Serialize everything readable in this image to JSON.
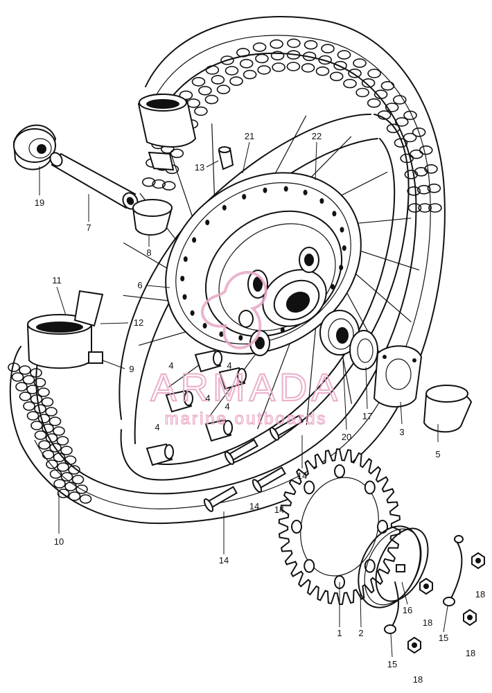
{
  "watermark": {
    "brand": "ARMADA",
    "tagline": "marine outboards",
    "color": "#e8a6c6"
  },
  "ink_color": "#111111",
  "parts": [
    {
      "id": "1",
      "label": "1"
    },
    {
      "id": "2",
      "label": "2"
    },
    {
      "id": "3",
      "label": "3"
    },
    {
      "id": "4a",
      "label": "4"
    },
    {
      "id": "4b",
      "label": "4"
    },
    {
      "id": "4c",
      "label": "4"
    },
    {
      "id": "4d",
      "label": "4"
    },
    {
      "id": "4e",
      "label": "4"
    },
    {
      "id": "5",
      "label": "5"
    },
    {
      "id": "6",
      "label": "6"
    },
    {
      "id": "7",
      "label": "7"
    },
    {
      "id": "8",
      "label": "8"
    },
    {
      "id": "9",
      "label": "9"
    },
    {
      "id": "10",
      "label": "10"
    },
    {
      "id": "11",
      "label": "11"
    },
    {
      "id": "12",
      "label": "12"
    },
    {
      "id": "13",
      "label": "13"
    },
    {
      "id": "14a",
      "label": "14"
    },
    {
      "id": "14b",
      "label": "14"
    },
    {
      "id": "14c",
      "label": "14"
    },
    {
      "id": "14d",
      "label": "14"
    },
    {
      "id": "14e",
      "label": "14"
    },
    {
      "id": "15a",
      "label": "15"
    },
    {
      "id": "15b",
      "label": "15"
    },
    {
      "id": "16",
      "label": "16"
    },
    {
      "id": "17",
      "label": "17"
    },
    {
      "id": "18a",
      "label": "18"
    },
    {
      "id": "18b",
      "label": "18"
    },
    {
      "id": "18c",
      "label": "18"
    },
    {
      "id": "18d",
      "label": "18"
    },
    {
      "id": "19",
      "label": "19"
    },
    {
      "id": "20",
      "label": "20"
    },
    {
      "id": "21",
      "label": "21"
    },
    {
      "id": "22",
      "label": "22"
    }
  ]
}
